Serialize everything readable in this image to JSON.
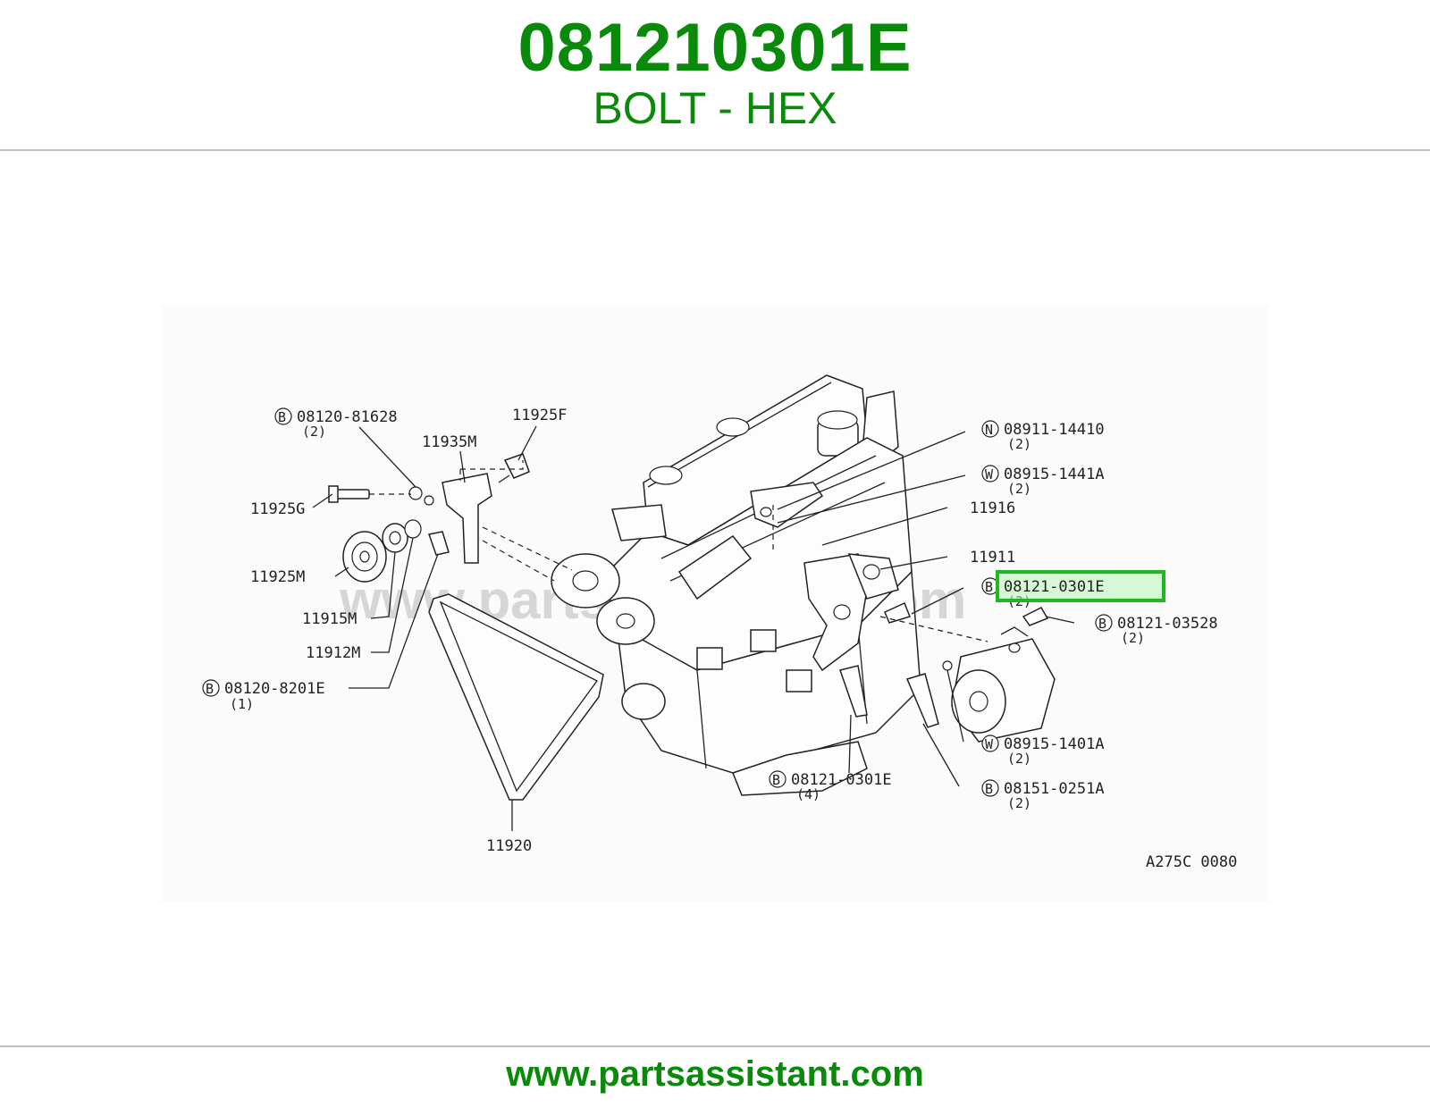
{
  "header": {
    "part_number": "081210301E",
    "description": "BOLT - HEX"
  },
  "footer": {
    "url": "www.partsassistant.com"
  },
  "diagram": {
    "watermark": "www.partsassistant.com",
    "ref_code": "A275C 0080",
    "callouts": {
      "c1": {
        "prefix": "B",
        "code": "08120-81628",
        "qty": "(2)"
      },
      "c2": {
        "code": "11925F"
      },
      "c3": {
        "code": "11935M"
      },
      "c4": {
        "code": "11925G"
      },
      "c5": {
        "code": "11925M"
      },
      "c6": {
        "code": "11915M"
      },
      "c7": {
        "code": "11912M"
      },
      "c8": {
        "prefix": "B",
        "code": "08120-8201E",
        "qty": "(1)"
      },
      "c9": {
        "code": "11920"
      },
      "c10": {
        "prefix": "N",
        "code": "08911-14410",
        "qty": "(2)"
      },
      "c11": {
        "prefix": "W",
        "code": "08915-1441A",
        "qty": "(2)"
      },
      "c12": {
        "code": "11916"
      },
      "c13": {
        "code": "11911"
      },
      "c14": {
        "prefix": "B",
        "code": "08121-0301E",
        "qty": "(2)"
      },
      "c15": {
        "prefix": "B",
        "code": "08121-03528",
        "qty": "(2)"
      },
      "c16": {
        "prefix": "W",
        "code": "08915-1401A",
        "qty": "(2)"
      },
      "c17": {
        "prefix": "B",
        "code": "08121-0301E",
        "qty": "(4)"
      },
      "c18": {
        "prefix": "B",
        "code": "08151-0251A",
        "qty": "(2)"
      }
    },
    "highlight_color": "#1fb81f",
    "brand_color": "#0a8a0a"
  }
}
